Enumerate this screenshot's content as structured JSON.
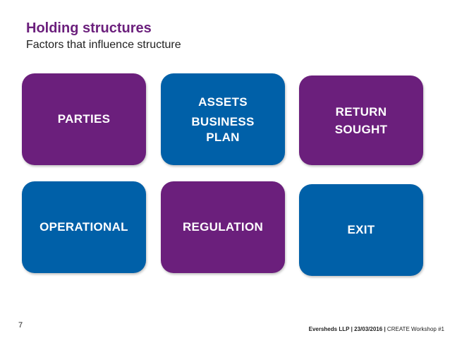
{
  "slide": {
    "title": "Holding structures",
    "subtitle": "Factors that influence structure",
    "page_number": "7"
  },
  "tiles": {
    "parties": {
      "lines": [
        "PARTIES"
      ]
    },
    "assets": {
      "lines": [
        "ASSETS",
        "BUSINESS",
        "PLAN"
      ]
    },
    "return": {
      "lines": [
        "RETURN",
        "SOUGHT"
      ]
    },
    "operational": {
      "lines": [
        "OPERATIONAL"
      ]
    },
    "regulation": {
      "lines": [
        "REGULATION"
      ]
    },
    "exit": {
      "lines": [
        "EXIT"
      ]
    }
  },
  "footer": {
    "company": "Eversheds LLP",
    "separator": "|",
    "date": "23/03/2016",
    "event": "CREATE Workshop #1"
  },
  "colors": {
    "purple": "#6b1f7c",
    "blue": "#0060a8",
    "title": "#6b1f7c"
  }
}
